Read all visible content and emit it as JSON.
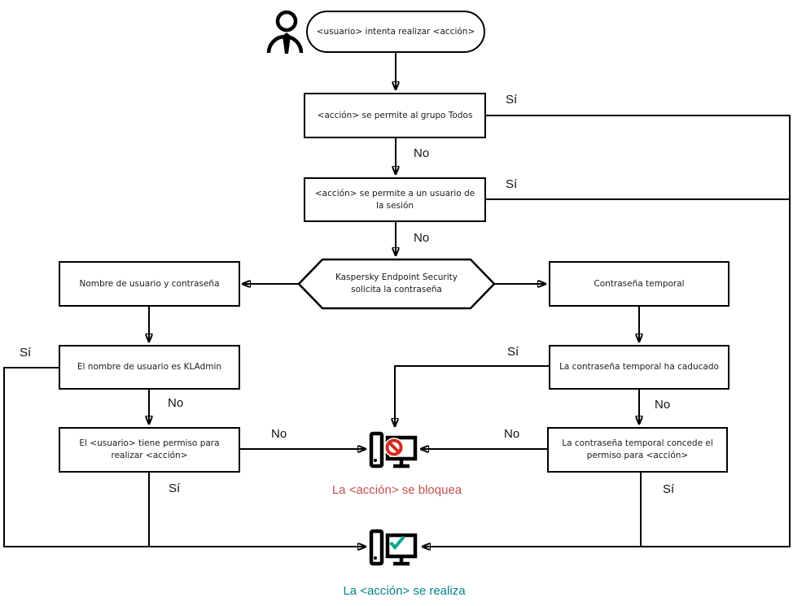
{
  "diagram": {
    "nodes": {
      "start": "<usuario> intenta realizar <acción>",
      "allow_all": "<acción> se permite al grupo Todos",
      "allow_session": "<acción> se permite a un usuario de la sesión",
      "kes_prompt": "Kaspersky Endpoint Security solicita la contraseña",
      "user_pass": "Nombre de usuario y contraseña",
      "temp_pass": "Contraseña temporal",
      "is_kladmin": "El nombre de usuario es KLAdmin",
      "user_has_permission": "El <usuario> tiene permiso para realizar <acción>",
      "temp_expired": "La contraseña temporal ha caducado",
      "temp_grants": "La contraseña temporal concede el permiso para <acción>",
      "blocked_caption": "La <acción> se bloquea",
      "performed_caption": "La <acción> se realiza"
    },
    "labels": {
      "yes": "Sí",
      "no": "No"
    },
    "icons": [
      "person-icon",
      "blocked-computer-icon",
      "allowed-computer-icon"
    ],
    "colors": {
      "line": "#000000",
      "box_border": "#000000",
      "blocked_text": "#c0504d",
      "performed_text": "#00838c",
      "prohibit_sign": "#d32b1e",
      "check_mark": "#00a88e"
    },
    "edges": [
      {
        "from": "start",
        "to": "allow_all",
        "label": ""
      },
      {
        "from": "allow_all",
        "to": "performed",
        "label": "Sí"
      },
      {
        "from": "allow_all",
        "to": "allow_session",
        "label": "No"
      },
      {
        "from": "allow_session",
        "to": "performed",
        "label": "Sí"
      },
      {
        "from": "allow_session",
        "to": "kes_prompt",
        "label": "No"
      },
      {
        "from": "kes_prompt",
        "to": "user_pass",
        "label": ""
      },
      {
        "from": "kes_prompt",
        "to": "temp_pass",
        "label": ""
      },
      {
        "from": "user_pass",
        "to": "is_kladmin",
        "label": ""
      },
      {
        "from": "is_kladmin",
        "to": "performed",
        "label": "Sí"
      },
      {
        "from": "is_kladmin",
        "to": "user_has_permission",
        "label": "No"
      },
      {
        "from": "user_has_permission",
        "to": "blocked",
        "label": "No"
      },
      {
        "from": "user_has_permission",
        "to": "performed",
        "label": "Sí"
      },
      {
        "from": "temp_pass",
        "to": "temp_expired",
        "label": ""
      },
      {
        "from": "temp_expired",
        "to": "blocked",
        "label": "Sí"
      },
      {
        "from": "temp_expired",
        "to": "temp_grants",
        "label": "No"
      },
      {
        "from": "temp_grants",
        "to": "blocked",
        "label": "No"
      },
      {
        "from": "temp_grants",
        "to": "performed",
        "label": "Sí"
      }
    ]
  }
}
